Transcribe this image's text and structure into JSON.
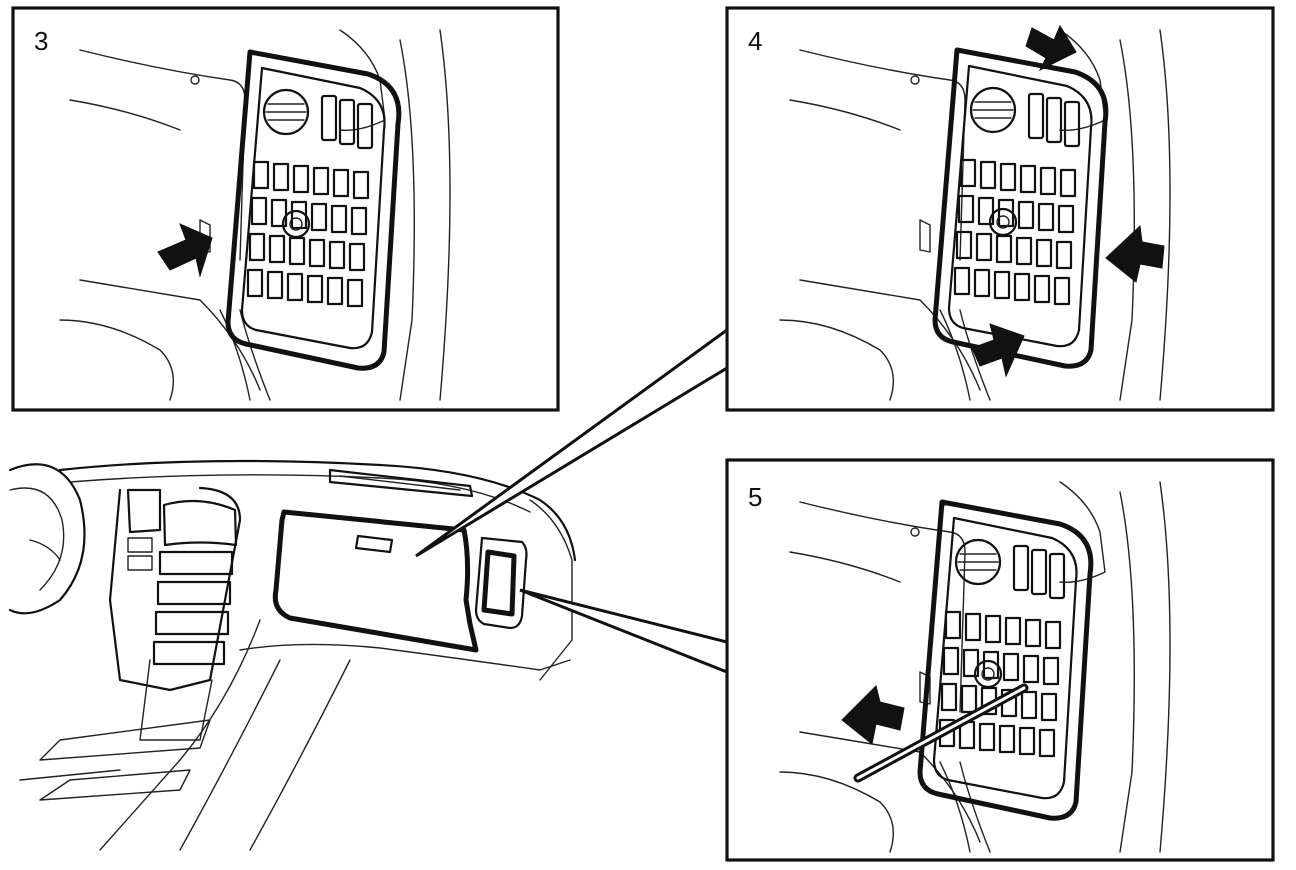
{
  "panels": [
    {
      "id": "panel-3",
      "label": "3"
    },
    {
      "id": "panel-4",
      "label": "4"
    },
    {
      "id": "panel-5",
      "label": "5"
    }
  ]
}
